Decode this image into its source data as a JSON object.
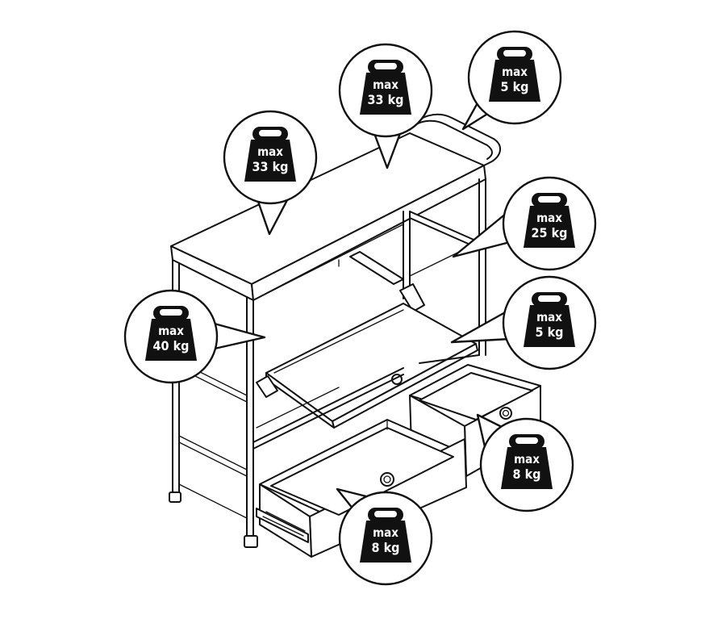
{
  "callouts": [
    {
      "id": "top-left",
      "label": "max",
      "value": "33 kg",
      "part": "top-shelf"
    },
    {
      "id": "top-mid",
      "label": "max",
      "value": "33 kg",
      "part": "top-shelf"
    },
    {
      "id": "rail",
      "label": "max",
      "value": "5 kg",
      "part": "top-rail"
    },
    {
      "id": "right-shelf",
      "label": "max",
      "value": "25 kg",
      "part": "right-compartment-shelf"
    },
    {
      "id": "flap",
      "label": "max",
      "value": "5 kg",
      "part": "drop-down-flap"
    },
    {
      "id": "side",
      "label": "max",
      "value": "40 kg",
      "part": "left-compartment"
    },
    {
      "id": "drawer-right",
      "label": "max",
      "value": "8 kg",
      "part": "right-drawer"
    },
    {
      "id": "drawer-left",
      "label": "max",
      "value": "8 kg",
      "part": "left-drawer"
    }
  ]
}
